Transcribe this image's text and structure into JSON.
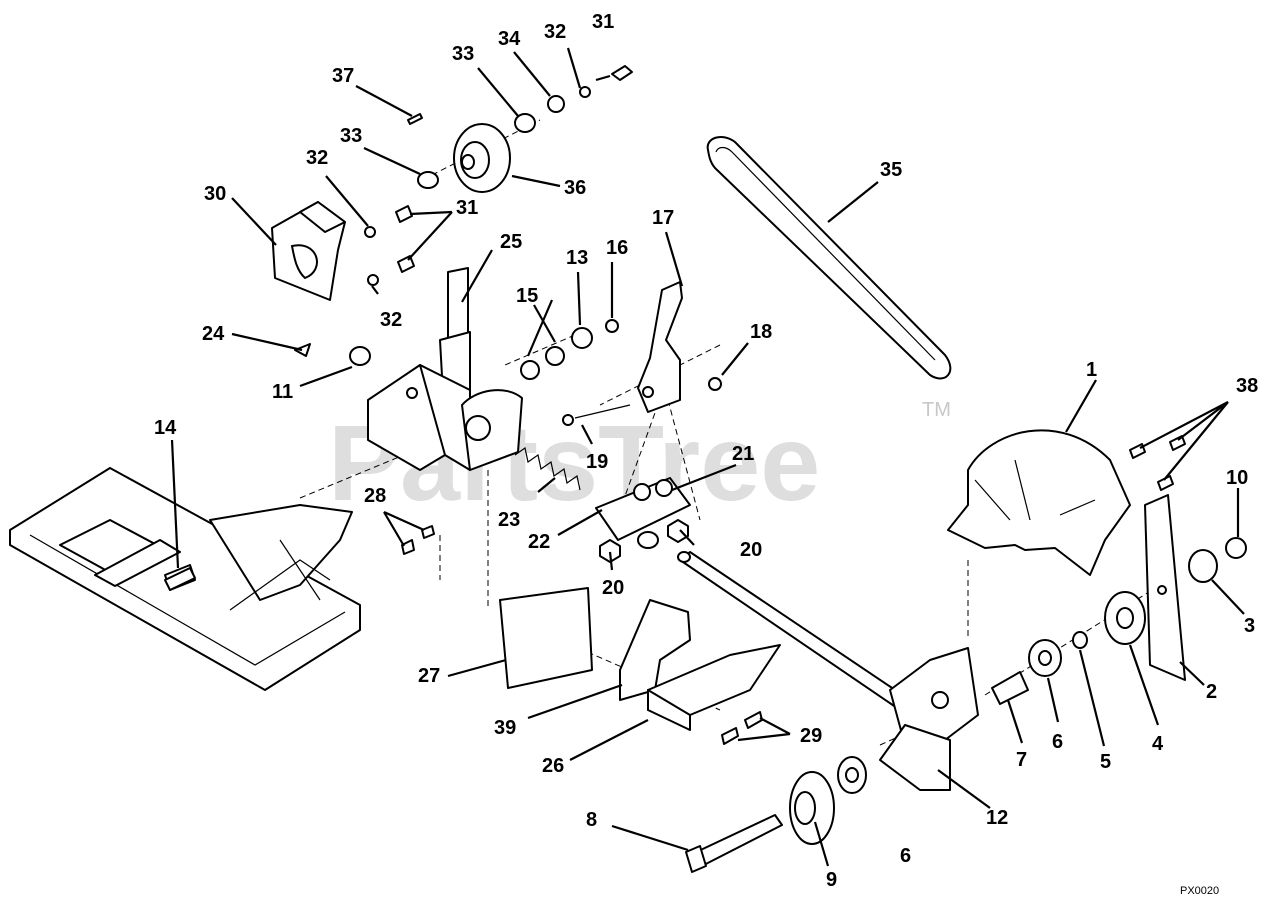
{
  "watermark": {
    "text": "PartsTree",
    "tm": "TM"
  },
  "diagram_code": "PX0020",
  "callouts": [
    "1",
    "2",
    "3",
    "4",
    "5",
    "6",
    "7",
    "8",
    "9",
    "10",
    "11",
    "12",
    "13",
    "14",
    "15",
    "16",
    "17",
    "18",
    "19",
    "20",
    "21",
    "22",
    "23",
    "24",
    "25",
    "26",
    "27",
    "28",
    "29",
    "30",
    "31",
    "32",
    "33",
    "34",
    "35",
    "36",
    "37",
    "38",
    "39"
  ],
  "colors": {
    "line": "#000000",
    "background": "#ffffff",
    "watermark": "#d4d4d4"
  }
}
